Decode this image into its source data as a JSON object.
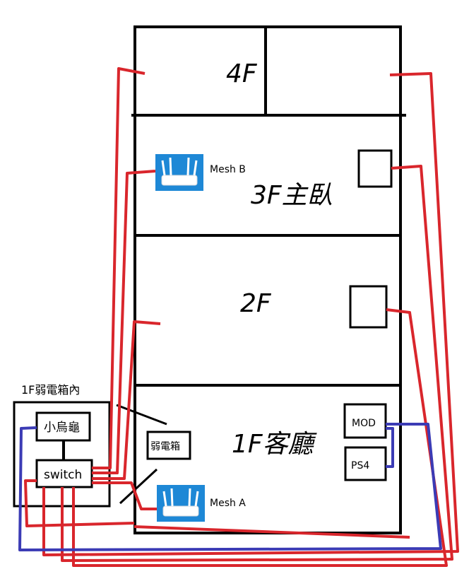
{
  "floors": {
    "f4": "4F",
    "f3": "3F主臥",
    "f2": "2F",
    "f1": "1F客廳"
  },
  "closet": {
    "title": "1F弱電箱內",
    "turtle": "小烏龜",
    "switch": "switch"
  },
  "devices": {
    "weak_box": "弱電箱",
    "mesh_b": "Mesh B",
    "mesh_a": "Mesh A",
    "mod": "MOD",
    "ps4": "PS4"
  },
  "colors": {
    "cable_red": "#d9262c",
    "cable_blue": "#3b3bb5",
    "router_blue": "#1e88d6"
  }
}
